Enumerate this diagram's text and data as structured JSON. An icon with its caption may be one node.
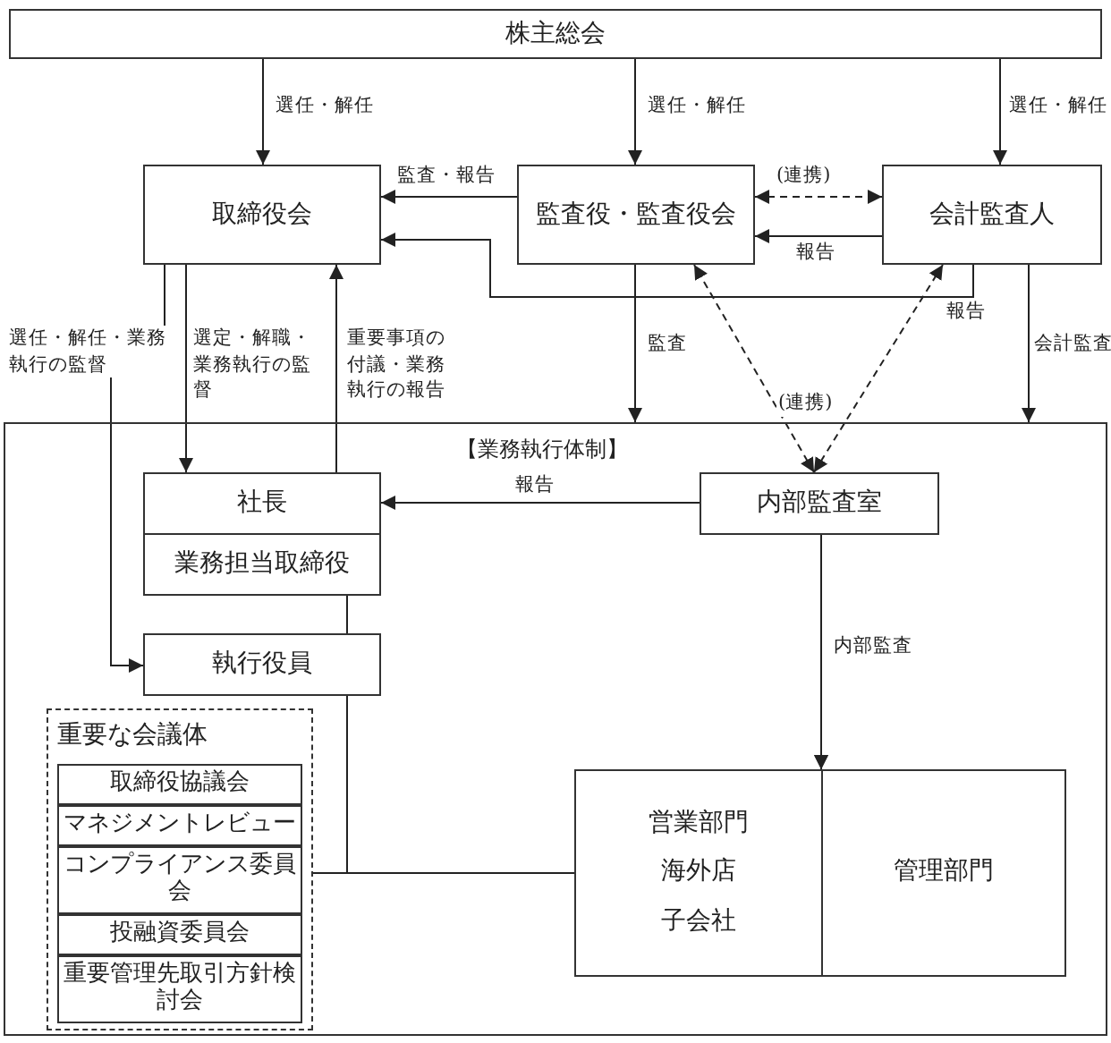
{
  "diagram": {
    "nodes": [
      {
        "text": [
          "株主総会"
        ]
      },
      {
        "text": [
          "取締役会"
        ]
      },
      {
        "text": [
          "監査役・監査役会"
        ]
      },
      {
        "text": [
          "会計監査人"
        ]
      },
      {
        "text": [
          "【業務執行体制】"
        ]
      },
      {
        "text": [
          "社長"
        ],
        "in": 4
      },
      {
        "text": [
          "業務担当取締役"
        ],
        "in": 4
      },
      {
        "text": [
          "内部監査室"
        ],
        "in": 4
      },
      {
        "text": [
          "執行役員"
        ],
        "in": 4
      },
      {
        "text": [
          "重要な会議体"
        ],
        "in": 4
      },
      {
        "text": [
          "取締役協議会"
        ],
        "in": 9
      },
      {
        "text": [
          "マネジメントレビュー"
        ],
        "in": 9
      },
      {
        "text": [
          "コンプライアンス委員会"
        ],
        "in": 9
      },
      {
        "text": [
          "投融資委員会"
        ],
        "in": 9
      },
      {
        "text": [
          "重要管理先取引方針検討会"
        ],
        "in": 9
      },
      {
        "text": [
          "営業部門",
          "海外店",
          "子会社"
        ],
        "in": 4
      },
      {
        "text": [
          "管理部門"
        ],
        "in": 4
      }
    ],
    "edges": [
      {
        "from": 0,
        "to": 1,
        "arrow": "to",
        "label": "選任・解任"
      },
      {
        "from": 0,
        "to": 2,
        "arrow": "to",
        "label": "選任・解任"
      },
      {
        "from": 0,
        "to": 3,
        "arrow": "to",
        "label": "選任・解任"
      },
      {
        "from": 2,
        "to": 1,
        "arrow": "to",
        "label": "監査・報告"
      },
      {
        "from": 2,
        "to": 3,
        "arrow": "both",
        "label": "(連携)",
        "style": "dashed"
      },
      {
        "from": 3,
        "to": 2,
        "arrow": "to",
        "label": "報告"
      },
      {
        "from": 3,
        "to": 1,
        "arrow": "to",
        "label": "報告"
      },
      {
        "from": 1,
        "to": 8,
        "arrow": "to",
        "label": "選任・解任・業務執行の監督"
      },
      {
        "from": 1,
        "to": 5,
        "arrow": "to",
        "label": "選定・解職・業務執行の監督"
      },
      {
        "from": 5,
        "to": 1,
        "arrow": "to",
        "label": "重要事項の付議・業務執行の報告"
      },
      {
        "from": 2,
        "to": 4,
        "arrow": "to",
        "label": "監査"
      },
      {
        "from": 3,
        "to": 4,
        "arrow": "to",
        "label": "会計監査"
      },
      {
        "from": 7,
        "to": 2,
        "arrow": "both",
        "style": "dashed"
      },
      {
        "from": 7,
        "to": 3,
        "arrow": "both",
        "label": "(連携)",
        "style": "dashed"
      },
      {
        "from": 7,
        "to": 5,
        "arrow": "to",
        "label": "報告"
      },
      {
        "from": 7,
        "to": 15,
        "arrow": "to",
        "label": "内部監査"
      },
      {
        "from": 7,
        "to": 16,
        "arrow": "to"
      },
      {
        "from": 6,
        "to": 8,
        "arrow": "none"
      },
      {
        "from": 8,
        "to": 15,
        "arrow": "none"
      },
      {
        "from": 9,
        "to": 15,
        "arrow": "none"
      }
    ]
  }
}
